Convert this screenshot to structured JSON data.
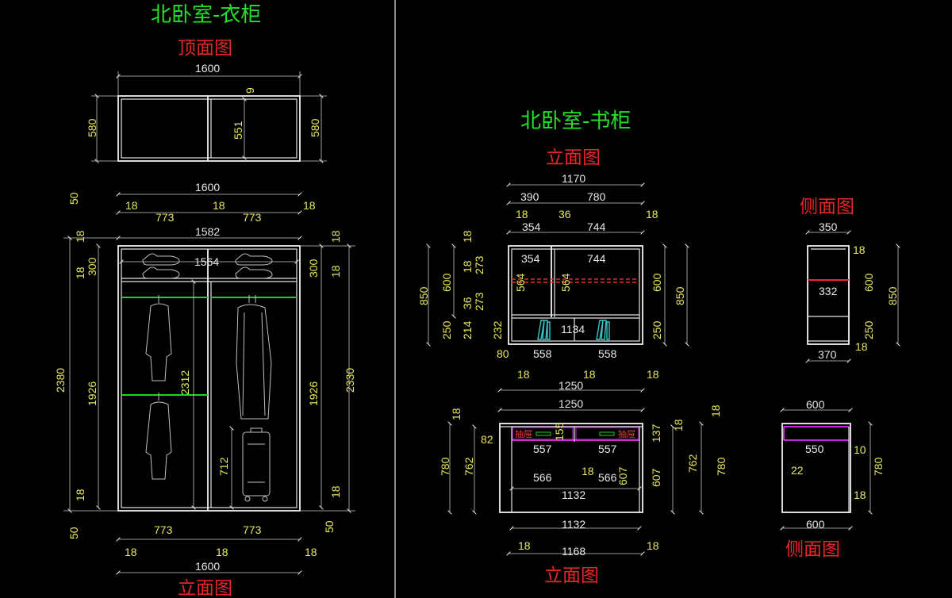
{
  "wardrobe": {
    "title": "北卧室-衣柜",
    "plan_title": "顶面图",
    "elevation_title": "立面图",
    "plan_dims": {
      "width": "1600",
      "depth_left": "580",
      "depth_right": "580",
      "inner_depth": "551",
      "gap": "9"
    },
    "elev_dims": {
      "top_total": "1600",
      "panel_a": "18",
      "panel_b": "18",
      "panel_c": "18",
      "bay_left": "773",
      "bay_right": "773",
      "inner_width": "1582",
      "shelf_width": "1564",
      "left_50": "50",
      "left_18_top": "18",
      "left_18_mid": "18",
      "left_300": "300",
      "left_total": "2380",
      "left_1926": "1926",
      "left_18_bottom": "18",
      "left_50_bottom": "50",
      "center_2312": "2312",
      "center_712": "712",
      "right_18_top": "18",
      "right_18_mid": "18",
      "right_300": "300",
      "right_1926": "1926",
      "right_total": "2330",
      "right_18_bottom": "18",
      "right_50_bottom": "50",
      "bottom_bay_left": "773",
      "bottom_bay_right": "773",
      "bottom_18_a": "18",
      "bottom_18_b": "18",
      "bottom_18_c": "18",
      "bottom_total": "1600"
    }
  },
  "bookcase": {
    "title": "北卧室-书柜",
    "elevation_title": "立面图",
    "side_title": "侧面图",
    "elev_dims": {
      "total": "1170",
      "left_bay": "390",
      "right_bay": "780",
      "t18a": "18",
      "t36": "36",
      "t18b": "18",
      "t354": "354",
      "t744": "744",
      "i354": "354",
      "i744": "744",
      "l18": "18",
      "l273a": "273",
      "l600": "600",
      "l850": "850",
      "l564": "564",
      "l36": "36",
      "l273b": "273",
      "l250": "250",
      "l214": "214",
      "l18b": "18",
      "l232": "232",
      "c564": "564",
      "c1134": "1134",
      "r600": "600",
      "r850": "850",
      "r250": "250",
      "b80": "80",
      "b558a": "558",
      "b558b": "558",
      "b18a": "18",
      "b18b": "18",
      "b18c": "18",
      "b1250": "1250"
    },
    "side_dims": {
      "top": "350",
      "t18": "18",
      "r600": "600",
      "r850": "850",
      "inner": "332",
      "r250": "250",
      "b18": "18",
      "bottom": "370"
    }
  },
  "desk": {
    "elevation_title": "立面图",
    "side_title": "侧面图",
    "drawer_label": "抽屉",
    "elev_dims": {
      "top": "1250",
      "l18": "18",
      "l82": "82",
      "l780": "780",
      "l762": "762",
      "c155": "155",
      "d557a": "557",
      "d557b": "557",
      "d566a": "566",
      "d566b": "566",
      "c18": "18",
      "c607": "607",
      "inner_1132_top": "1132",
      "r137": "137",
      "r18a": "18",
      "r18b": "18",
      "r607": "607",
      "r762": "762",
      "r780": "780",
      "b1132": "1132",
      "b18a": "18",
      "b1168": "1168",
      "b18b": "18"
    },
    "side_dims": {
      "top": "600",
      "inner": "550",
      "r10": "10",
      "l22": "22",
      "r780": "780",
      "r18": "18",
      "bottom": "600"
    }
  }
}
